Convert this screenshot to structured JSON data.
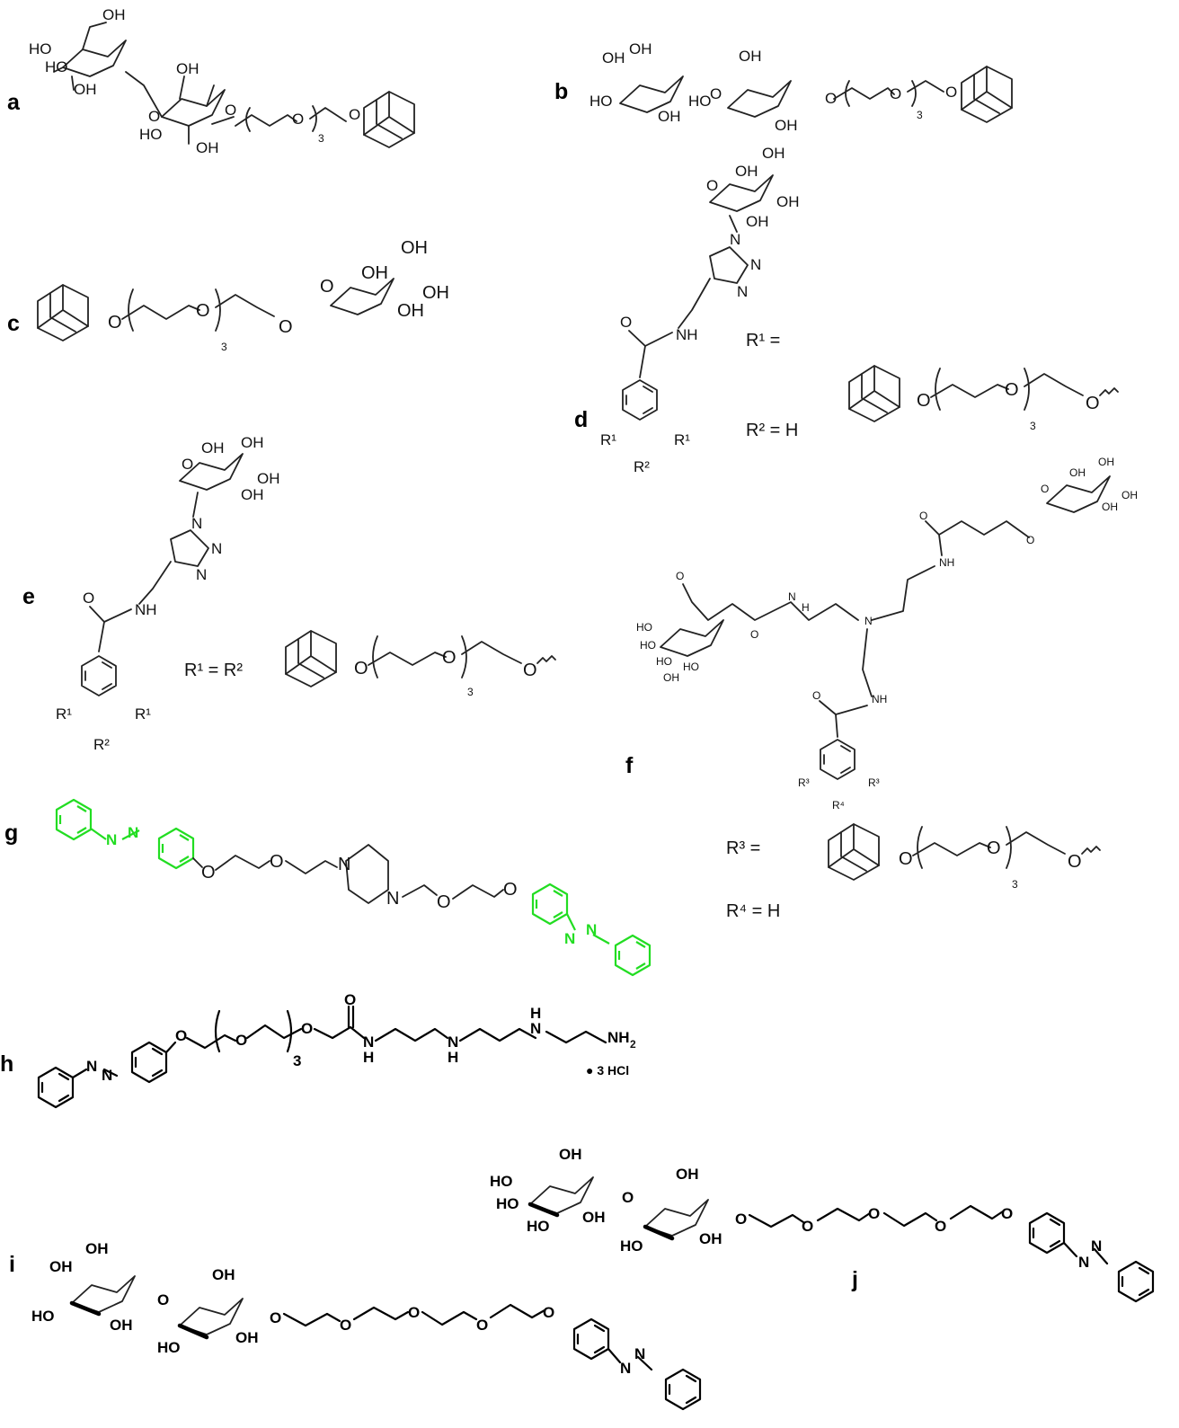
{
  "panels": {
    "a": {
      "label": "a"
    },
    "b": {
      "label": "b"
    },
    "c": {
      "label": "c"
    },
    "d": {
      "label": "d"
    },
    "e": {
      "label": "e"
    },
    "f": {
      "label": "f"
    },
    "g": {
      "label": "g"
    },
    "h": {
      "label": "h"
    },
    "i": {
      "label": "i"
    },
    "j": {
      "label": "j"
    }
  },
  "atoms": {
    "OH": "OH",
    "HO": "HO",
    "O": "O",
    "N": "N",
    "NH": "NH",
    "H": "H",
    "NH2": "NH",
    "sub2": "2"
  },
  "repeat": "3",
  "equations": {
    "d_r1": "R¹ =",
    "d_r2": "R² = H",
    "e_r": "R¹ = R²",
    "f_r3": "R³ =",
    "f_r4": "R⁴ = H"
  },
  "substituents": {
    "R1": "R¹",
    "R2": "R²",
    "R3": "R³",
    "R4": "R⁴"
  },
  "salt": "● 3 HCl",
  "colors": {
    "azobenzene": "#22dd22",
    "bond": "#222222"
  }
}
